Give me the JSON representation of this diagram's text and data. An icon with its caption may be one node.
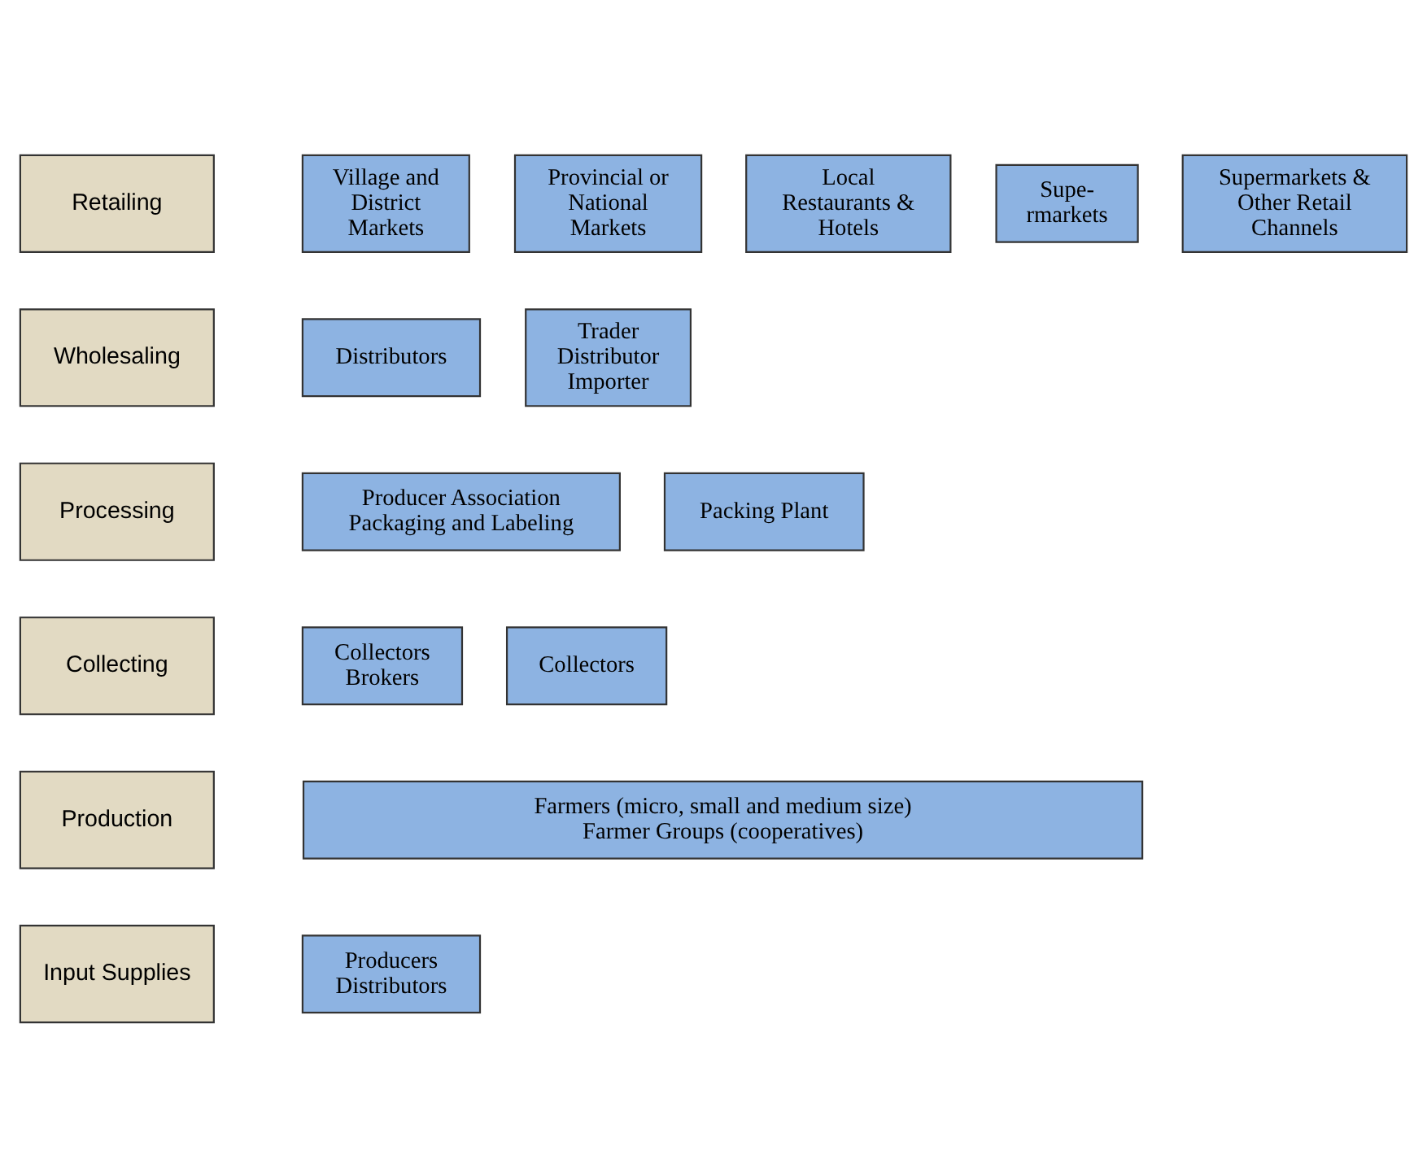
{
  "diagram": {
    "nodes": [
      {
        "text": [
          "Retailing"
        ]
      },
      {
        "text": [
          "Village and District Markets"
        ]
      },
      {
        "text": [
          "Provincial or National Markets"
        ]
      },
      {
        "text": [
          "Local Restaurants & Hotels"
        ]
      },
      {
        "text": [
          "Supe- rmarkets"
        ]
      },
      {
        "text": [
          "Supermarkets & Other Retail Channels"
        ]
      },
      {
        "text": [
          "Wholesaling"
        ]
      },
      {
        "text": [
          "Distributors"
        ]
      },
      {
        "text": [
          "Trader Distributor Importer"
        ]
      },
      {
        "text": [
          "Processing"
        ]
      },
      {
        "text": [
          "Producer Association Packaging and Labeling"
        ]
      },
      {
        "text": [
          "Packing Plant"
        ]
      },
      {
        "text": [
          "Collecting"
        ]
      },
      {
        "text": [
          "Collectors Brokers"
        ]
      },
      {
        "text": [
          "Collectors"
        ]
      },
      {
        "text": [
          "Production"
        ]
      },
      {
        "text": [
          "Farmers (micro, small and medium size)",
          "Farmer Groups (cooperatives)"
        ]
      },
      {
        "text": [
          "Input Supplies"
        ]
      },
      {
        "text": [
          "Producers Distributors"
        ]
      }
    ]
  }
}
